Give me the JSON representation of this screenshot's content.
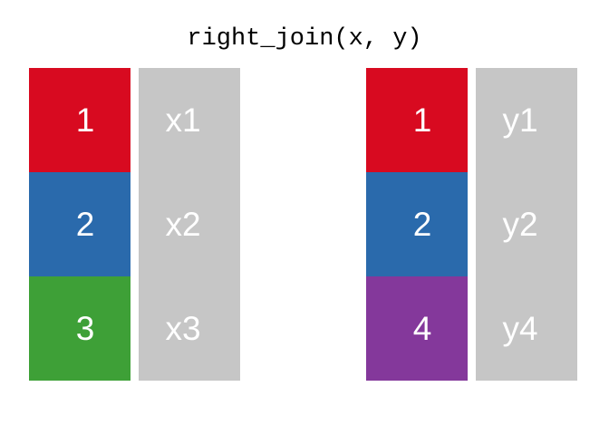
{
  "title": "right_join(x, y)",
  "palette": {
    "background": "#ffffff",
    "title_color": "#000000",
    "value_cell": "#c6c6c6",
    "label_text": "#ffffff",
    "key_1": "#d80a20",
    "key_2": "#2a6aac",
    "key_3": "#3ea037",
    "key_4": "#84389b"
  },
  "tables": [
    {
      "name": "x",
      "rows": [
        {
          "key": "1",
          "key_color": "#d80a20",
          "value": "x1"
        },
        {
          "key": "2",
          "key_color": "#2a6aac",
          "value": "x2"
        },
        {
          "key": "3",
          "key_color": "#3ea037",
          "value": "x3"
        }
      ]
    },
    {
      "name": "y",
      "rows": [
        {
          "key": "1",
          "key_color": "#d80a20",
          "value": "y1"
        },
        {
          "key": "2",
          "key_color": "#2a6aac",
          "value": "y2"
        },
        {
          "key": "4",
          "key_color": "#84389b",
          "value": "y4"
        }
      ]
    }
  ]
}
